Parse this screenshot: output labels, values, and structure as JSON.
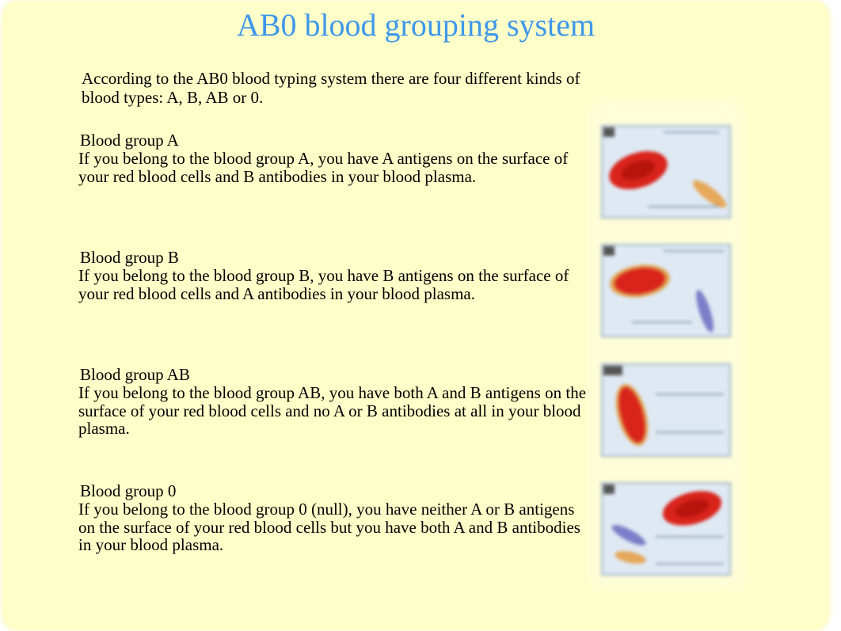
{
  "title": "AB0 blood grouping system",
  "intro": "According to the AB0 blood typing system there are four different kinds of blood types: A, B, AB or 0.",
  "sections": [
    {
      "heading": "Blood group A",
      "body": "If you belong to the blood group A, you have A antigens on the surface of your red blood cells and B antibodies in your blood plasma.",
      "image_icon": "blood-cell-a-illustration"
    },
    {
      "heading": "Blood group B",
      "body": "If you belong to the blood group B, you have B antigens on the surface of your red blood cells and A antibodies in your blood plasma.",
      "image_icon": "blood-cell-b-illustration"
    },
    {
      "heading": "Blood group AB",
      "body": "If you belong to the blood group AB, you have both A and B antigens on the surface of your red blood cells and no A or B antibodies at all in your blood plasma.",
      "image_icon": "blood-cell-ab-illustration"
    },
    {
      "heading": "Blood group 0",
      "body": "If you belong to the blood group 0 (null), you have neither A or B antigens on the surface of your red blood cells but you have both A and B antibodies in your blood plasma.",
      "image_icon": "blood-cell-0-illustration"
    }
  ],
  "colors": {
    "background": "#fefec8",
    "title": "#3f97ea",
    "text": "#000000",
    "red_cell": "#d9241c",
    "antibody_a": "#e6a85a",
    "antibody_b": "#7b7ec8",
    "panel": "#dfe9f3"
  }
}
